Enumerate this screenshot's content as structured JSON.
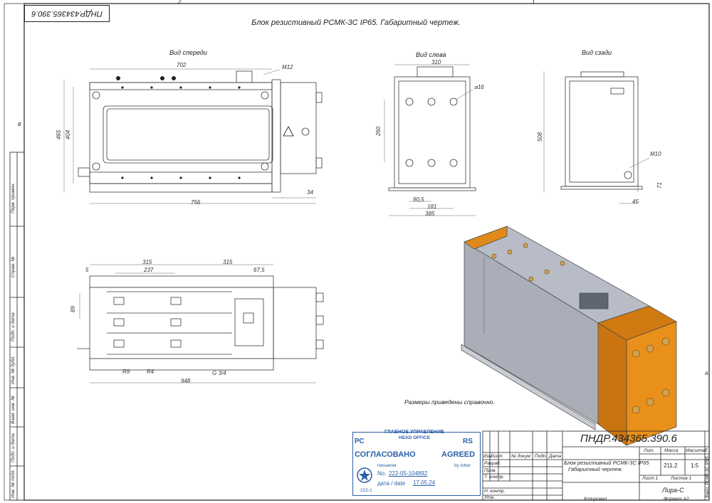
{
  "doc_number": "ПНДР.434365.390.6",
  "doc_number_rotated": "ПНДР.434365.390.6",
  "title": "Блок резистивный РСМК-3С IP65. Габаритный чертеж.",
  "views": {
    "front": "Вид спереди",
    "left": "Вид слева",
    "rear": "Вид сзади"
  },
  "note": "Размеры приведены справочно.",
  "zone_numbers": {
    "top_left": "2",
    "top_right": "1",
    "side_b": "В",
    "side_a": "А"
  },
  "front_dims": {
    "top": "702",
    "height_total": "465",
    "height_inner": "404",
    "thread": "М12",
    "width": "756",
    "offset": "34"
  },
  "left_dims": {
    "top": "310",
    "height": "260",
    "diam": "⌀16",
    "d1": "90,5",
    "d2": "181",
    "width": "385"
  },
  "rear_dims": {
    "height": "508",
    "thread": "М10",
    "h2": "71",
    "w": "45"
  },
  "top_dims": {
    "a": "315",
    "b": "315",
    "c": "237",
    "d": "5",
    "e": "67,5",
    "f": "89",
    "r1": "R9",
    "r2": "R4",
    "g": "G 3/4",
    "width": "948"
  },
  "side_labels": [
    "Перв. примен.",
    "Справ. №",
    "Подп. и дата",
    "Инв. № дубл.",
    "Взам. инв. №",
    "Подп. и дата",
    "Инв. № подл."
  ],
  "stamp": {
    "head_ru": "ГЛАВНОЕ УПРАВЛЕНИЕ",
    "head_en": "HEAD OFFICE",
    "pc": "РС",
    "rs": "RS",
    "agreed_ru": "СОГЛАСОВАНО",
    "agreed_en": "AGREED",
    "letter_ru": "письмом",
    "by_letter": "by lotter",
    "no_label": "No.",
    "no_value": "222-05-104892",
    "date_label": "дата / date",
    "date_value": "17.05.24",
    "code": "222-1"
  },
  "title_block": {
    "doc_number": "ПНДР.434365.390.6",
    "name_line1": "Блок резистивный РСМК-3С IP65",
    "name_line2": "Габаритный чертеж.",
    "col_headers": [
      "Изм",
      "Лист",
      "№ докум",
      "Подп.",
      "Дата"
    ],
    "roles": [
      "Разраб.",
      "Пров.",
      "Т. контр.",
      "Н. контр.",
      "Утв."
    ],
    "lit": "Лит.",
    "mass": "Масса",
    "scale": "Масштаб",
    "mass_value": "211,2",
    "scale_value": "1:5",
    "sheet": "Лист 1",
    "sheets": "Листов 1",
    "company": "Лира-С",
    "copied": "Копировал",
    "format": "Формат А2",
    "file": "Файл: РСМК-3С IP65"
  },
  "colors": {
    "line": "#3a3a3a",
    "stamp": "#2b5fa8",
    "orange": "#e8901a",
    "body": "#b8bcc4"
  }
}
